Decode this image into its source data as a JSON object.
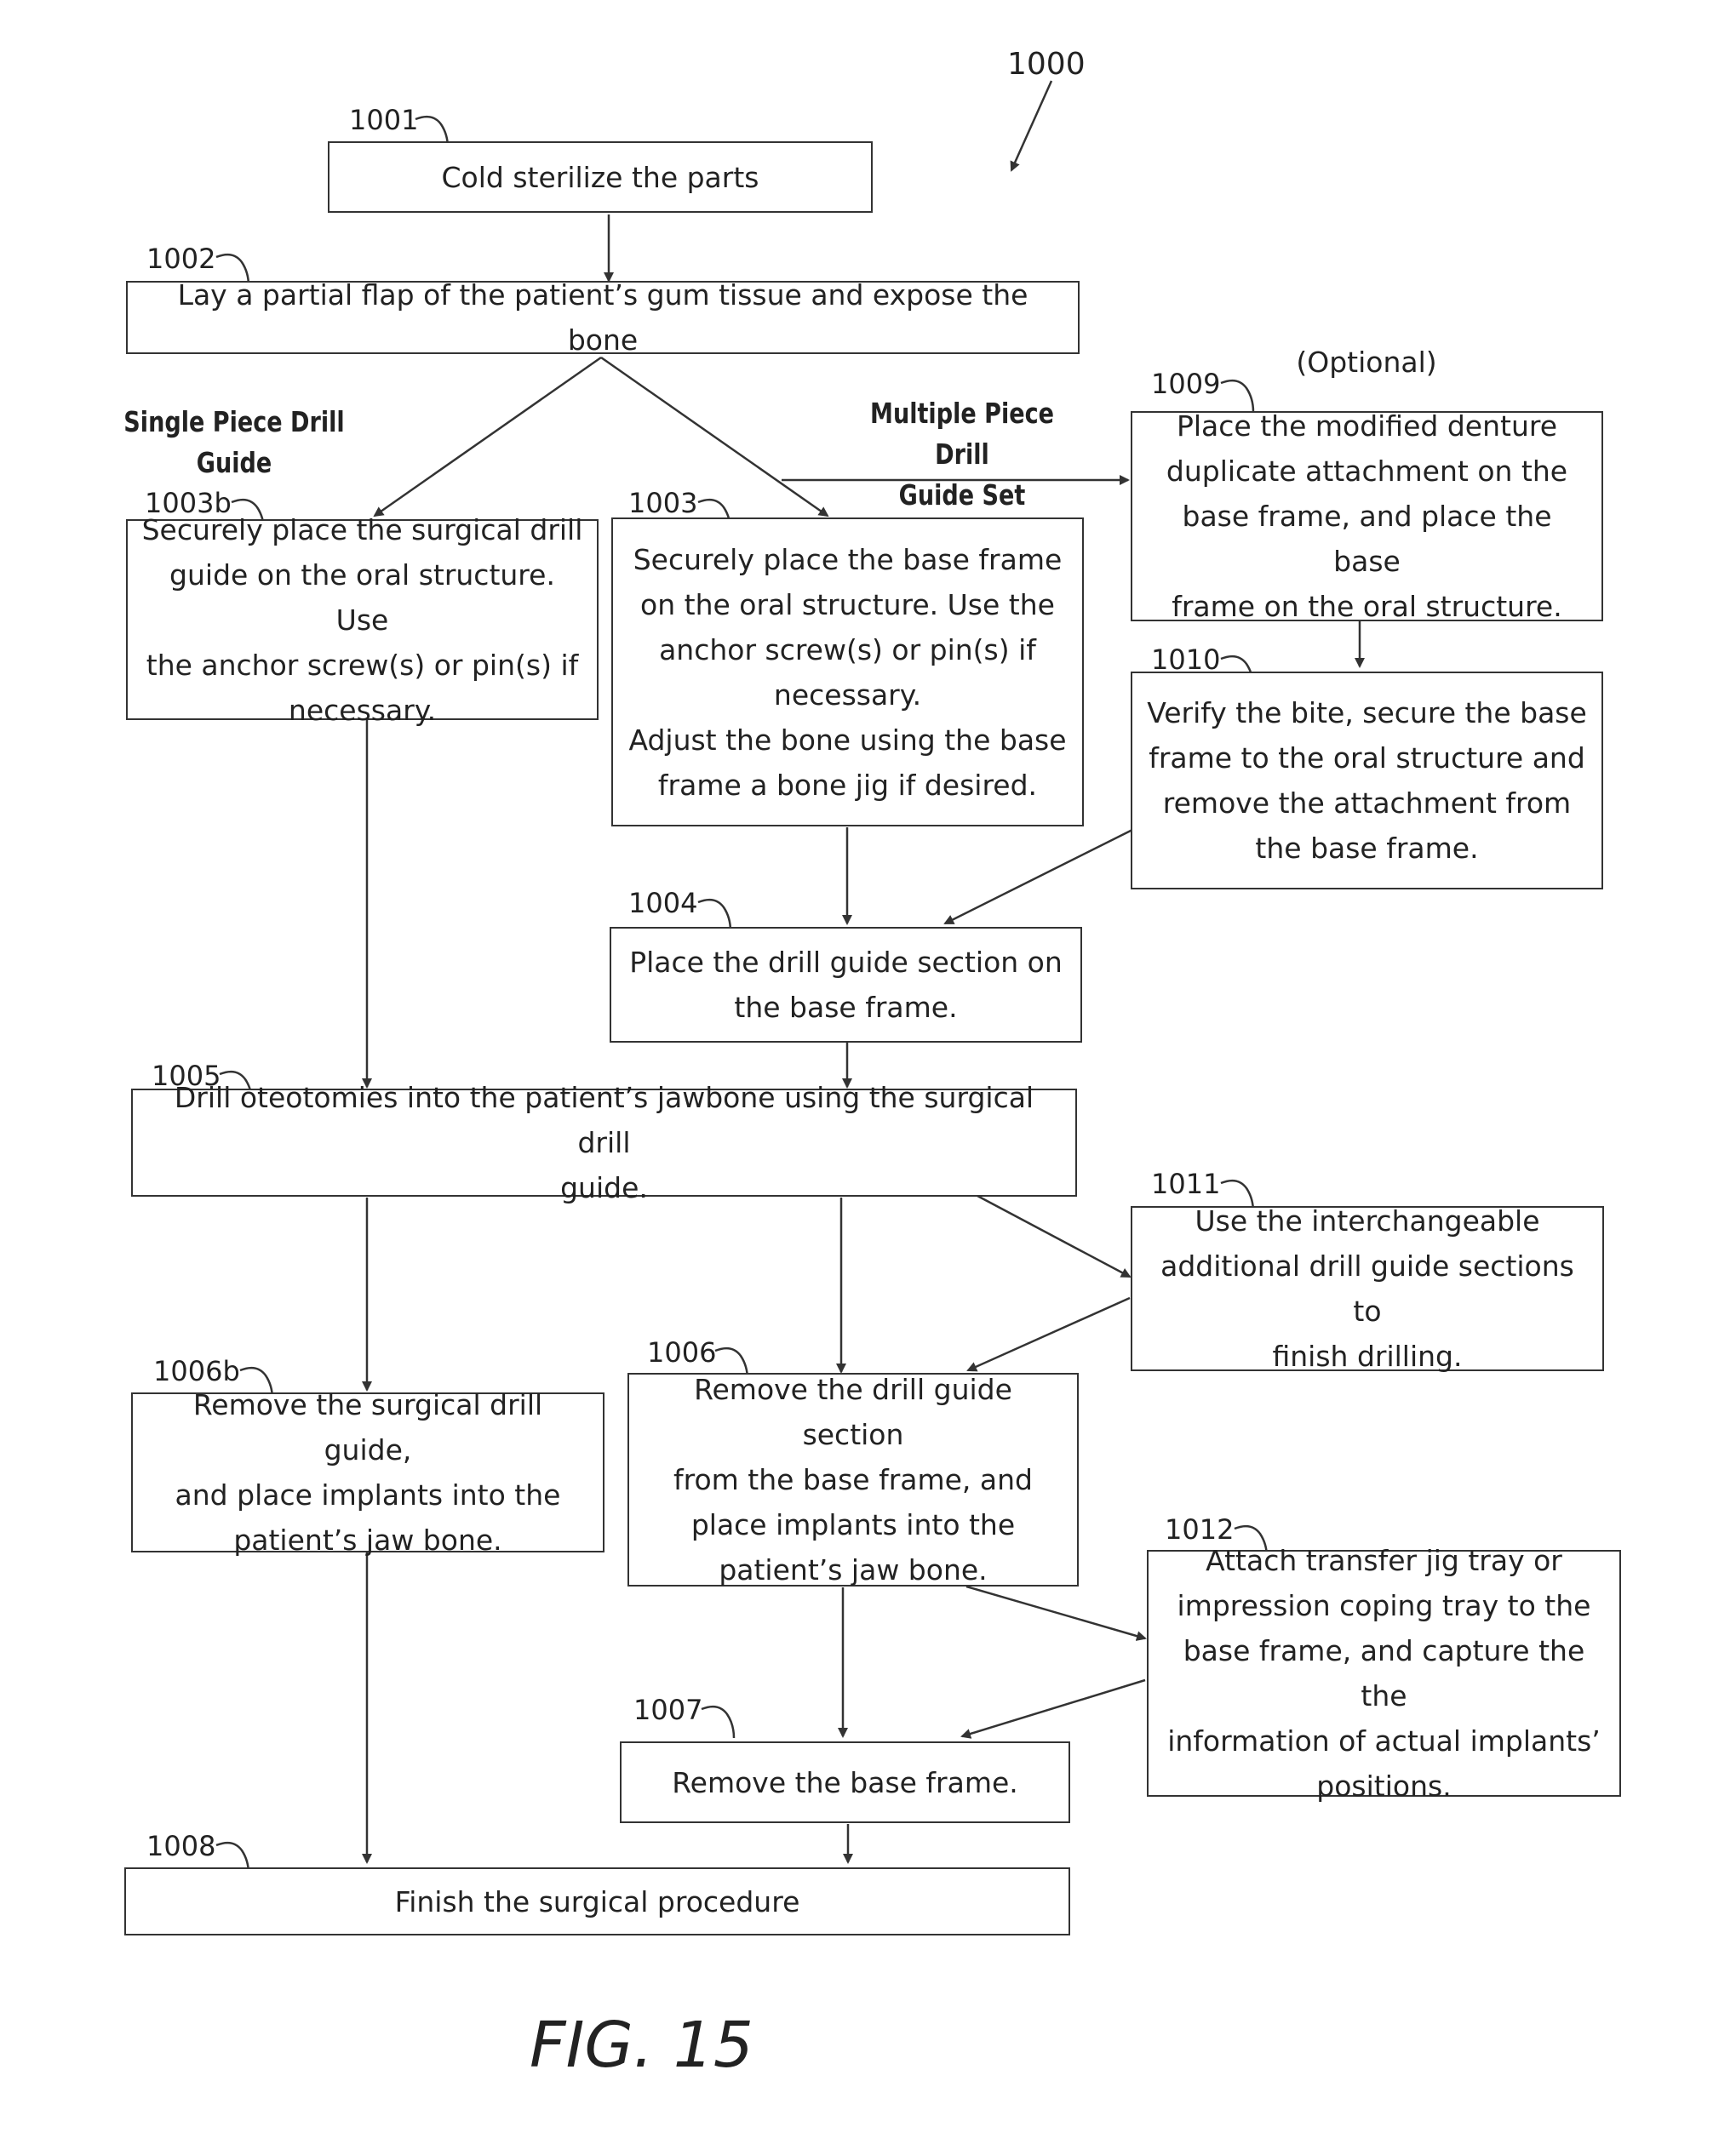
{
  "figure": {
    "ref": "1000",
    "caption": "FIG. 15"
  },
  "branch_labels": {
    "single": "Single Piece Drill\nGuide",
    "multiple": "Multiple Piece Drill\nGuide Set",
    "optional": "(Optional)"
  },
  "steps": {
    "s1001": {
      "ref": "1001",
      "text": "Cold sterilize the parts"
    },
    "s1002": {
      "ref": "1002",
      "text": "Lay a partial flap of the patient’s gum tissue and expose the bone"
    },
    "s1003b": {
      "ref": "1003b",
      "text": "Securely place the surgical drill\nguide on the oral structure.  Use\nthe anchor screw(s) or pin(s) if\nnecessary."
    },
    "s1003": {
      "ref": "1003",
      "text": "Securely place the base frame\non the oral structure.  Use the\nanchor screw(s) or pin(s) if\nnecessary.\nAdjust the bone using the base\nframe a bone jig if desired."
    },
    "s1009": {
      "ref": "1009",
      "text": "Place the modified denture\nduplicate attachment on the\nbase frame, and place the base\nframe on the oral structure."
    },
    "s1010": {
      "ref": "1010",
      "text": "Verify the bite, secure the base\nframe to the oral structure and\nremove the attachment from\nthe base frame."
    },
    "s1004": {
      "ref": "1004",
      "text": "Place the drill guide section on\nthe base frame."
    },
    "s1005": {
      "ref": "1005",
      "text": "Drill oteotomies into the patient’s jawbone using the surgical drill\nguide."
    },
    "s1011": {
      "ref": "1011",
      "text": "Use the interchangeable\nadditional drill guide sections to\nfinish drilling."
    },
    "s1006b": {
      "ref": "1006b",
      "text": "Remove the surgical drill guide,\nand place implants into the\npatient’s jaw bone."
    },
    "s1006": {
      "ref": "1006",
      "text": "Remove the drill guide section\nfrom the base frame, and\nplace implants into the\npatient’s jaw bone."
    },
    "s1012": {
      "ref": "1012",
      "text": "Attach transfer jig tray or\nimpression coping tray to the\nbase frame, and capture the the\ninformation of actual implants’\npositions."
    },
    "s1007": {
      "ref": "1007",
      "text": "Remove the base frame."
    },
    "s1008": {
      "ref": "1008",
      "text": "Finish the surgical procedure"
    }
  }
}
